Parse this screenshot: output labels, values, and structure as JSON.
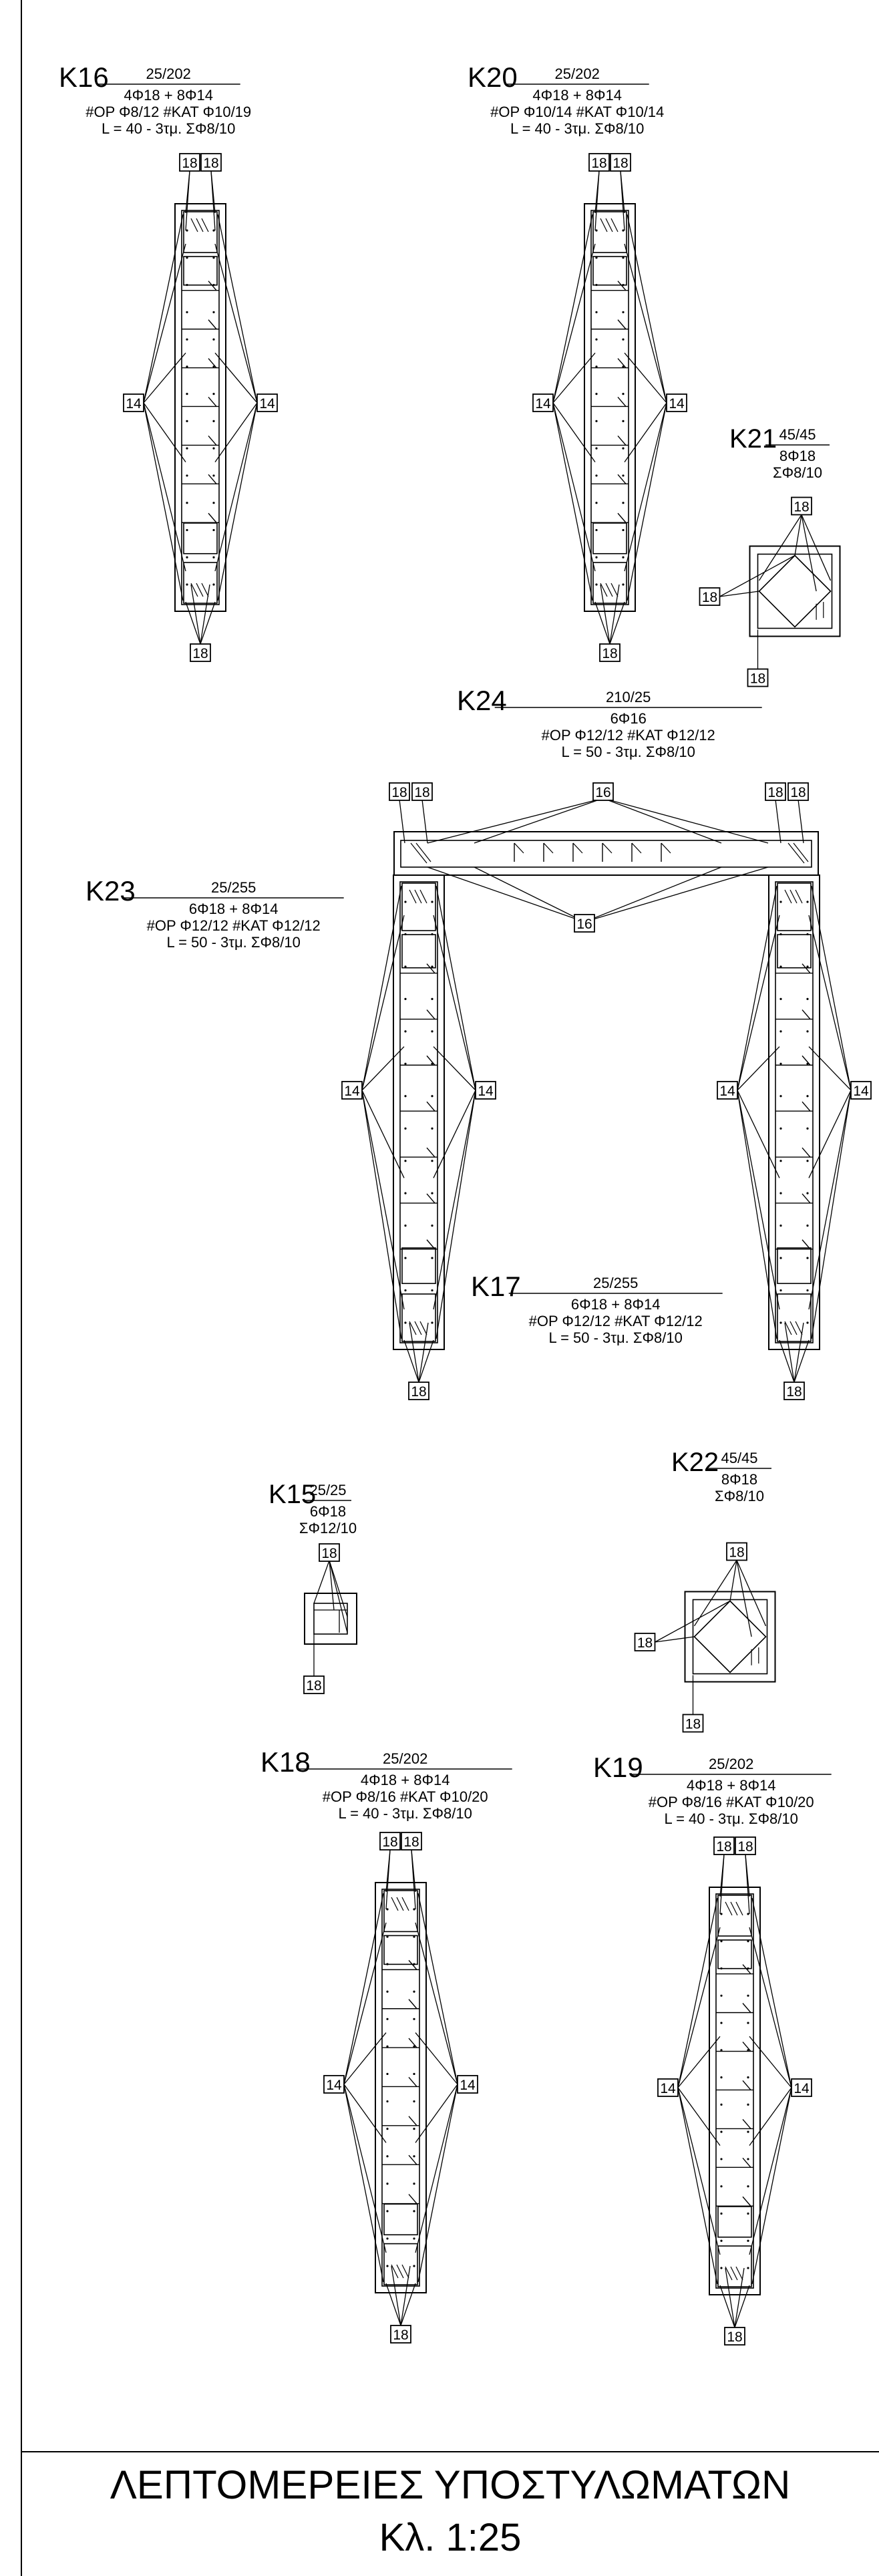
{
  "title": {
    "line1": "ΛΕΠΤΟΜΕΡΕΙΕΣ ΥΠΟΣΤΥΛΩΜΑΤΩΝ",
    "line2": "Κλ. 1:25"
  },
  "columns": [
    {
      "id": "K16",
      "dims": "25/202",
      "bars": "4Φ18 + 8Φ14",
      "ties": "#ΟΡ Φ8/12 #ΚΑΤ Φ10/19",
      "lap": "L = 40 - 3τμ. ΣΦ8/10",
      "top_labels": [
        "18",
        "18"
      ],
      "side_labels": [
        "14",
        "14"
      ],
      "bottom_label": "18"
    },
    {
      "id": "K20",
      "dims": "25/202",
      "bars": "4Φ18 + 8Φ14",
      "ties": "#ΟΡ Φ10/14 #ΚΑΤ Φ10/14",
      "lap": "L = 40 - 3τμ. ΣΦ8/10",
      "top_labels": [
        "18",
        "18"
      ],
      "side_labels": [
        "14",
        "14"
      ],
      "bottom_label": "18"
    },
    {
      "id": "K21",
      "dims": "45/45",
      "bars": "8Φ18",
      "ties": "ΣΦ8/10",
      "top_label": "18",
      "side_label": "18",
      "bottom_label": "18"
    },
    {
      "id": "K24",
      "dims": "210/25",
      "bars": "6Φ16",
      "ties": "#ΟΡ Φ12/12 #ΚΑΤ Φ12/12",
      "lap": "L = 50 - 3τμ. ΣΦ8/10",
      "top_label": "16",
      "bottom_label": "16",
      "left_labels": [
        "18",
        "18"
      ],
      "right_labels": [
        "18",
        "18"
      ]
    },
    {
      "id": "K23",
      "dims": "25/255",
      "bars": "6Φ18 + 8Φ14",
      "ties": "#ΟΡ Φ12/12 #ΚΑΤ Φ12/12",
      "lap": "L = 50 - 3τμ. ΣΦ8/10",
      "side_labels": [
        "14",
        "14"
      ],
      "bottom_label": "18"
    },
    {
      "id": "K17",
      "dims": "25/255",
      "bars": "6Φ18 + 8Φ14",
      "ties": "#ΟΡ Φ12/12 #ΚΑΤ Φ12/12",
      "lap": "L = 50 - 3τμ. ΣΦ8/10",
      "side_labels": [
        "14",
        "14"
      ],
      "bottom_label": "18"
    },
    {
      "id": "K15",
      "dims": "25/25",
      "bars": "6Φ18",
      "ties": "ΣΦ12/10",
      "top_label": "18",
      "bottom_label": "18"
    },
    {
      "id": "K22",
      "dims": "45/45",
      "bars": "8Φ18",
      "ties": "ΣΦ8/10",
      "top_label": "18",
      "side_label": "18",
      "bottom_label": "18"
    },
    {
      "id": "K18",
      "dims": "25/202",
      "bars": "4Φ18 + 8Φ14",
      "ties": "#ΟΡ Φ8/16 #ΚΑΤ Φ10/20",
      "lap": "L = 40 - 3τμ. ΣΦ8/10",
      "top_labels": [
        "18",
        "18"
      ],
      "side_labels": [
        "14",
        "14"
      ],
      "bottom_label": "18"
    },
    {
      "id": "K19",
      "dims": "25/202",
      "bars": "4Φ18 + 8Φ14",
      "ties": "#ΟΡ Φ8/16 #ΚΑΤ Φ10/20",
      "lap": "L = 40 - 3τμ. ΣΦ8/10",
      "top_labels": [
        "18",
        "18"
      ],
      "side_labels": [
        "14",
        "14"
      ],
      "bottom_label": "18"
    }
  ]
}
